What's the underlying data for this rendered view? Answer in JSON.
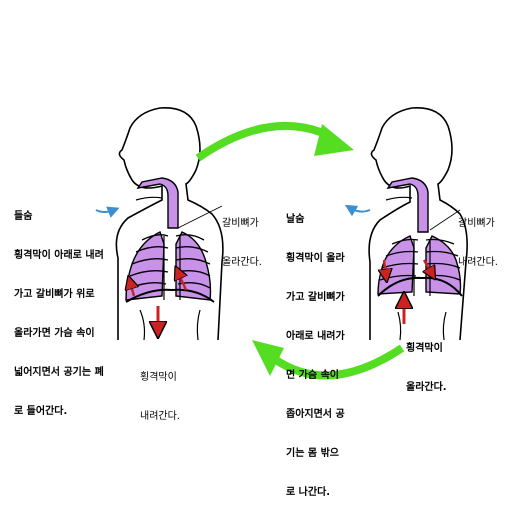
{
  "inhale": {
    "title": "들숨",
    "lines": [
      "횡격막이 아래로 내려",
      "가고 갈비뼈가 위로",
      "올라가면 가슴 속이",
      "넓어지면서 공기는 폐",
      "로 들어간다."
    ],
    "rib_label": [
      "갈비뼈가",
      "올라간다."
    ],
    "diaphragm_label": [
      "횡격막이",
      "내려간다."
    ]
  },
  "exhale": {
    "title": "날숨",
    "lines": [
      "횡격막이 올라",
      "가고 갈비뼈가",
      "아래로 내려가",
      "면 가슴 속이",
      "좁아지면서 공",
      "기는 몸 밖으",
      "로 나간다."
    ],
    "rib_label": [
      "갈비뼈가",
      "내려간다."
    ],
    "diaphragm_label": [
      "횡격막이",
      "올라간다."
    ]
  },
  "colors": {
    "lung": "#c792e8",
    "cycle_arrow": "#55dd22",
    "motion_arrow": "#cc2222",
    "airflow_arrow": "#3a8fd0"
  },
  "icons": [
    "cycle-arrow",
    "airflow-arrow",
    "motion-arrow"
  ]
}
